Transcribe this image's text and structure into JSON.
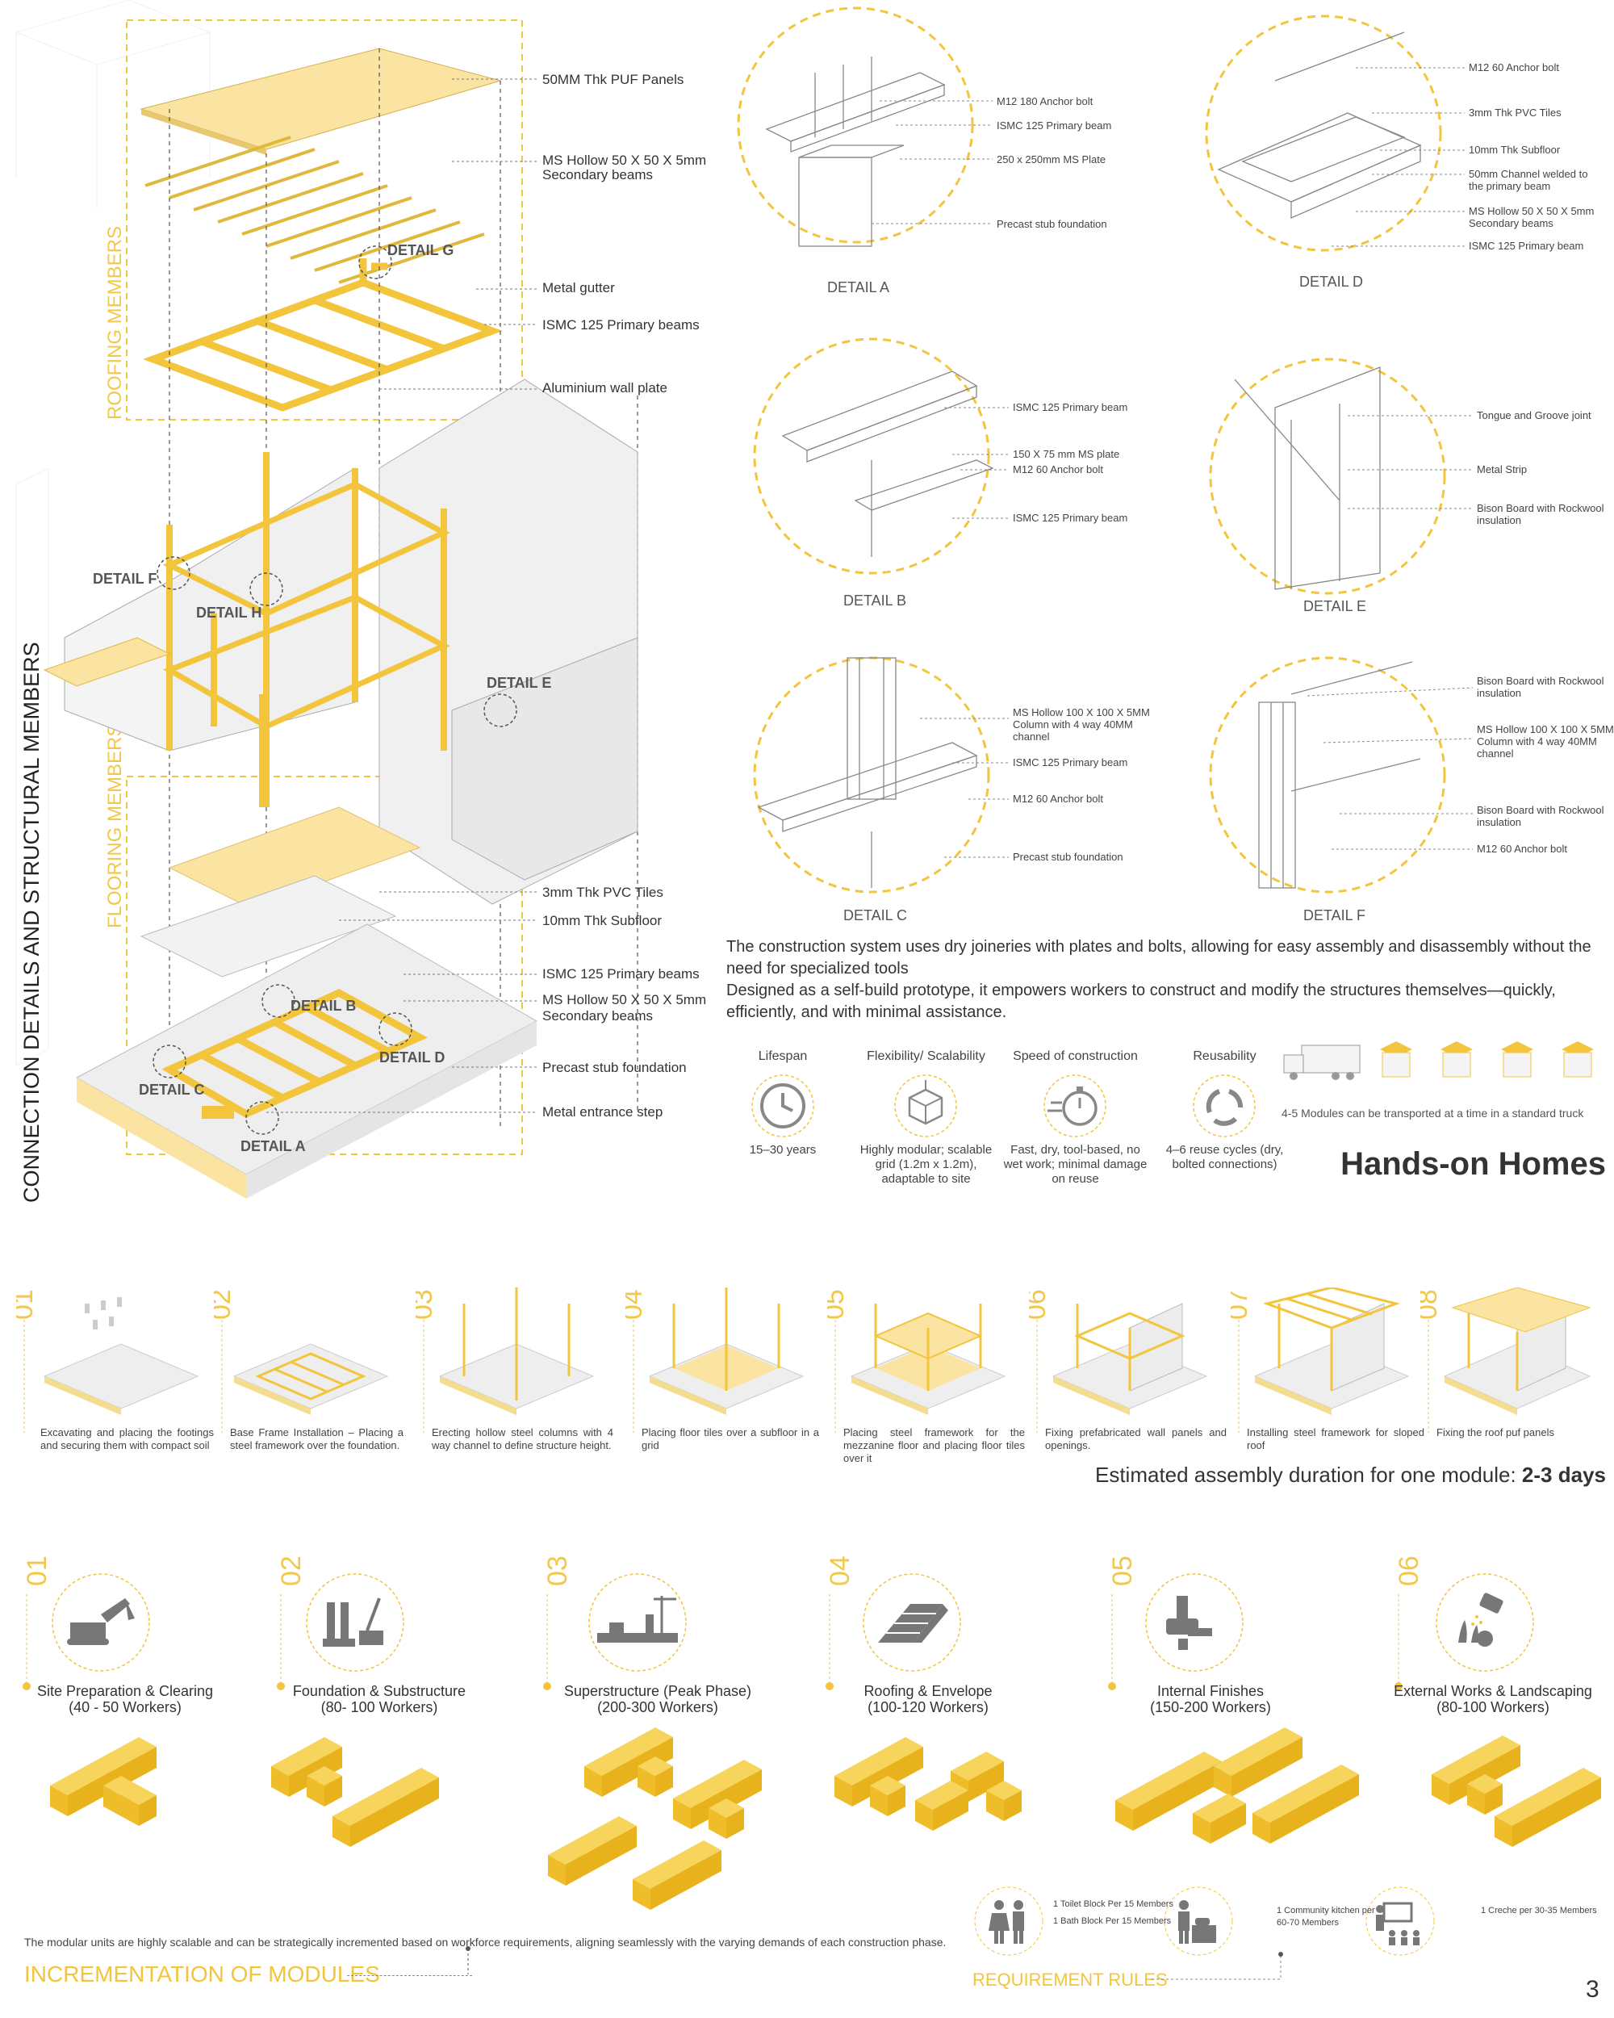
{
  "exploded": {
    "side_title": "CONNECTION DETAILS AND STRUCTURAL MEMBERS",
    "group_roof": "ROOFING MEMBERS",
    "group_floor": "FLOORING MEMBERS",
    "labels": {
      "puf": "50MM Thk PUF Panels",
      "ms_hollow_top_1": "MS Hollow 50 X 50 X 5mm",
      "ms_hollow_top_2": "Secondary beams",
      "gutter": "Metal gutter",
      "ismc_top": "ISMC 125 Primary beams",
      "wallplate": "Aluminium wall plate",
      "pvc": "3mm Thk PVC Tiles",
      "subfloor": "10mm Thk Subfloor",
      "ismc_bottom": "ISMC 125 Primary beams",
      "ms_hollow_bottom_1": "MS Hollow 50 X 50 X 5mm",
      "ms_hollow_bottom_2": "Secondary beams",
      "stub": "Precast stub foundation",
      "step": "Metal entrance step"
    },
    "details": {
      "g": "DETAIL G",
      "f": "DETAIL F",
      "h": "DETAIL H",
      "e": "DETAIL E",
      "b": "DETAIL B",
      "d": "DETAIL D",
      "c": "DETAIL C",
      "a": "DETAIL A"
    }
  },
  "detail_circles": {
    "a": {
      "title": "DETAIL A",
      "labels": [
        "M12 180 Anchor bolt",
        "ISMC 125 Primary beam",
        "250 x 250mm MS Plate",
        "Precast stub foundation"
      ]
    },
    "d": {
      "title": "DETAIL D",
      "labels": [
        "M12 60 Anchor bolt",
        "3mm Thk PVC Tiles",
        "10mm Thk Subfloor",
        "50mm Channel welded to",
        "the primary beam",
        "MS Hollow 50 X 50 X 5mm",
        "Secondary beams",
        "ISMC 125 Primary beam"
      ]
    },
    "b": {
      "title": "DETAIL B",
      "labels": [
        "ISMC 125 Primary beam",
        "150 X 75 mm MS plate",
        "M12 60 Anchor bolt",
        "ISMC 125 Primary beam"
      ]
    },
    "e": {
      "title": "DETAIL E",
      "labels": [
        "Tongue and Groove joint",
        "Metal Strip",
        "Bison Board with Rockwool",
        "insulation"
      ]
    },
    "c": {
      "title": "DETAIL C",
      "labels": [
        "MS Hollow 100 X 100 X 5MM",
        "Column with 4 way 40MM",
        "channel",
        "ISMC 125 Primary beam",
        "M12 60 Anchor bolt",
        "Precast stub foundation"
      ]
    },
    "f": {
      "title": "DETAIL F",
      "labels": [
        "Bison Board with Rockwool",
        "insulation",
        "MS Hollow 100 X 100 X 5MM",
        "Column with 4 way 40MM",
        "channel",
        "Bison Board with Rockwool",
        "insulation",
        "M12 60 Anchor bolt"
      ]
    }
  },
  "description": {
    "p1": "The construction system uses dry joineries with plates and bolts, allowing for easy assembly and disassembly without the need for specialized tools",
    "p2": "Designed as a self-build prototype, it empowers workers to construct and modify the structures themselves—quickly, efficiently, and with minimal assistance."
  },
  "metrics": [
    {
      "title": "Lifespan",
      "sub": "15–30 years",
      "icon": "clock-icon"
    },
    {
      "title": "Flexibility/ Scalability",
      "sub": "Highly modular; scalable grid (1.2m x 1.2m), adaptable to site",
      "icon": "cube-arrows-icon"
    },
    {
      "title": "Speed of construction",
      "sub": "Fast, dry, tool-based, no wet work; minimal damage on reuse",
      "icon": "stopwatch-icon"
    },
    {
      "title": "Reusability",
      "sub": "4–6 reuse cycles (dry, bolted connections)",
      "icon": "recycle-icon"
    }
  ],
  "transport_note": "4-5 Modules can be transported at a time in a standard truck",
  "project_title": "Hands-on Homes",
  "steps": [
    {
      "num": "01",
      "caption": "Excavating and placing the footings and securing them with compact soil"
    },
    {
      "num": "02",
      "caption": "Base Frame Installation – Placing a steel framework over the foundation."
    },
    {
      "num": "03",
      "caption": "Erecting hollow steel columns with 4 way channel to define structure height."
    },
    {
      "num": "04",
      "caption": "Placing floor tiles over a subfloor in a grid"
    },
    {
      "num": "05",
      "caption": "Placing steel framework for the mezzanine floor and placing floor tiles over it"
    },
    {
      "num": "06",
      "caption": "Fixing prefabricated wall panels and openings."
    },
    {
      "num": "07",
      "caption": "Installing steel framework for sloped roof"
    },
    {
      "num": "08",
      "caption": "Fixing the roof puf panels"
    }
  ],
  "assembly": {
    "prefix": "Estimated assembly duration for one module: ",
    "value": "2-3 days"
  },
  "phases": [
    {
      "num": "01",
      "title": "Site Preparation & Clearing",
      "workers": "(40 - 50 Workers)",
      "icon": "excavator-icon"
    },
    {
      "num": "02",
      "title": "Foundation & Substructure",
      "workers": "(80- 100 Workers)",
      "icon": "crane-icon"
    },
    {
      "num": "03",
      "title": "Superstructure (Peak Phase)",
      "workers": "(200-300 Workers)",
      "icon": "city-skyline-icon"
    },
    {
      "num": "04",
      "title": "Roofing & Envelope",
      "workers": "(100-120 Workers)",
      "icon": "roof-icon"
    },
    {
      "num": "05",
      "title": "Internal Finishes",
      "workers": "(150-200 Workers)",
      "icon": "paint-roller-icon"
    },
    {
      "num": "06",
      "title": "External Works & Landscaping",
      "workers": "(80-100 Workers)",
      "icon": "watering-can-icon"
    }
  ],
  "scalability_note": "The modular units are highly scalable and can be strategically incremented based on workforce requirements, aligning seamlessly with the varying demands of each construction phase.",
  "incrementation_title": "INCREMENTATION OF MODULES",
  "requirements": {
    "title": "REQUIREMENT RULES",
    "toilet_1": "1 Toilet Block Per 15 Members",
    "toilet_2": "1 Bath Block Per 15 Members",
    "kitchen_1": "1 Community kitchen per",
    "kitchen_2": "60-70 Members",
    "creche": "1 Creche per 30-35 Members"
  },
  "page_number": "3",
  "colors": {
    "accent": "#f2c53d",
    "accent_light": "#fbe9a6",
    "text": "#333333"
  }
}
